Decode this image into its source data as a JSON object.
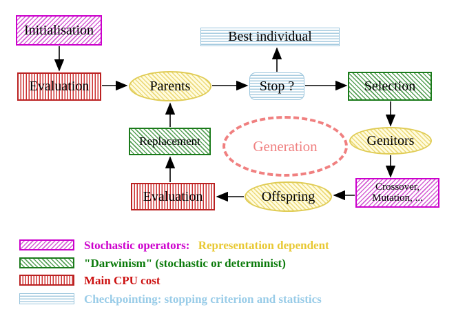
{
  "diagram": {
    "title_hint": "Evolutionary algorithm generation cycle",
    "nodes": {
      "initialisation": "Initialisation",
      "evaluation_top": "Evaluation",
      "parents": "Parents",
      "best_individual": "Best individual",
      "stop": "Stop ?",
      "selection": "Selection",
      "replacement": "Replacement",
      "generation": "Generation",
      "genitors": "Genitors",
      "evaluation_bottom": "Evaluation",
      "crossover_line1": "Crossover,",
      "crossover_line2": "Mutation, ...",
      "offspring": "Offspring"
    },
    "legend": {
      "stochastic_label": "Stochastic operators:",
      "stochastic_label2": "Representation dependent",
      "darwinism_label": "\"Darwinism\" (stochastic or determinist)",
      "cpu_label": "Main CPU cost",
      "checkpoint_label": "Checkpointing: stopping criterion and statistics"
    }
  },
  "colors": {
    "stochastic_magenta": "#cc00cc",
    "representation_gold": "#e8c832",
    "darwinism_green": "#0a7a0a",
    "cpu_red": "#cc1111",
    "checkpoint_blue": "#99cce8",
    "generation_salmon": "#f08080",
    "yellow_node_border": "#e0cc55",
    "arrow_black": "#000000"
  }
}
